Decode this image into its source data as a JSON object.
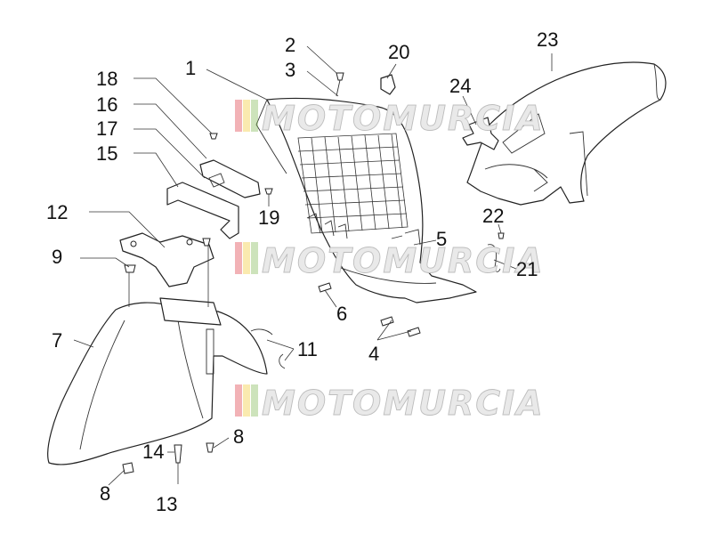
{
  "watermark": {
    "text": "MOTOMURCIA"
  },
  "callouts": {
    "c1": "1",
    "c2": "2",
    "c3": "3",
    "c4": "4",
    "c5": "5",
    "c6": "6",
    "c7": "7",
    "c8a": "8",
    "c8b": "8",
    "c9": "9",
    "c11": "11",
    "c12": "12",
    "c13": "13",
    "c14": "14",
    "c15": "15",
    "c16": "16",
    "c17": "17",
    "c18": "18",
    "c19": "19",
    "c20": "20",
    "c21": "21",
    "c22": "22",
    "c23": "23",
    "c24": "24"
  },
  "colors": {
    "logo_red": "#d9232d",
    "logo_yellow": "#f2c21b",
    "logo_green": "#6fae3c"
  }
}
